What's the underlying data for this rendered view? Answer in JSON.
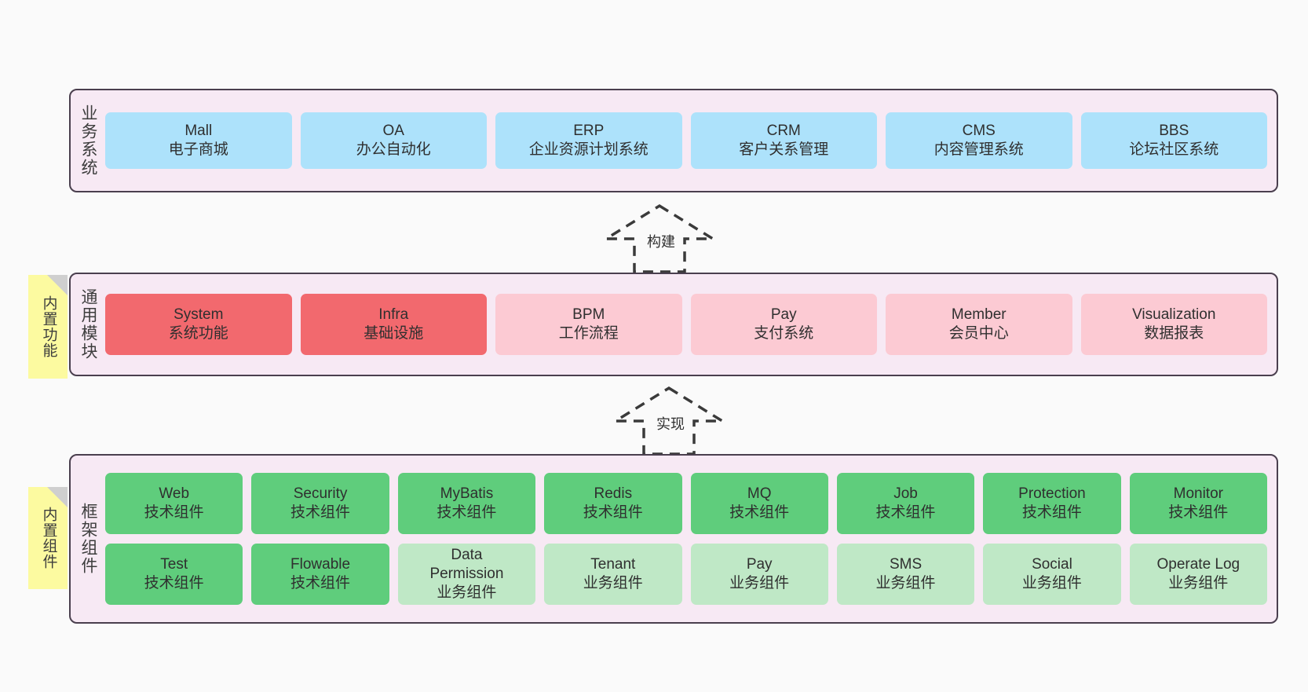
{
  "diagram": {
    "background_color": "#fafafa",
    "layer_fill": "#f7e9f4",
    "layer_border": "#4a3f4e",
    "note_color": "#fcfaa0"
  },
  "layers": [
    {
      "id": "business-system",
      "title": "业务系统",
      "cards": [
        {
          "title": "Mall",
          "sub": "电子商城",
          "color": "#ade2fb"
        },
        {
          "title": "OA",
          "sub": "办公自动化",
          "color": "#ade2fb"
        },
        {
          "title": "ERP",
          "sub": "企业资源计划系统",
          "color": "#ade2fb"
        },
        {
          "title": "CRM",
          "sub": "客户关系管理",
          "color": "#ade2fb"
        },
        {
          "title": "CMS",
          "sub": "内容管理系统",
          "color": "#ade2fb"
        },
        {
          "title": "BBS",
          "sub": "论坛社区系统",
          "color": "#ade2fb"
        }
      ]
    },
    {
      "id": "common-module",
      "title": "通用模块",
      "note": "内置功能",
      "cards": [
        {
          "title": "System",
          "sub": "系统功能",
          "color": "#f2696e"
        },
        {
          "title": "Infra",
          "sub": "基础设施",
          "color": "#f2696e"
        },
        {
          "title": "BPM",
          "sub": "工作流程",
          "color": "#fccad3"
        },
        {
          "title": "Pay",
          "sub": "支付系统",
          "color": "#fccad3"
        },
        {
          "title": "Member",
          "sub": "会员中心",
          "color": "#fccad3"
        },
        {
          "title": "Visualization",
          "sub": "数据报表",
          "color": "#fccad3"
        }
      ]
    },
    {
      "id": "framework-component",
      "title": "框架组件",
      "note": "内置组件",
      "rows": [
        [
          {
            "title": "Web",
            "sub": "技术组件",
            "color": "#5fcd7c"
          },
          {
            "title": "Security",
            "sub": "技术组件",
            "color": "#5fcd7c"
          },
          {
            "title": "MyBatis",
            "sub": "技术组件",
            "color": "#5fcd7c"
          },
          {
            "title": "Redis",
            "sub": "技术组件",
            "color": "#5fcd7c"
          },
          {
            "title": "MQ",
            "sub": "技术组件",
            "color": "#5fcd7c"
          },
          {
            "title": "Job",
            "sub": "技术组件",
            "color": "#5fcd7c"
          },
          {
            "title": "Protection",
            "sub": "技术组件",
            "color": "#5fcd7c"
          },
          {
            "title": "Monitor",
            "sub": "技术组件",
            "color": "#5fcd7c"
          }
        ],
        [
          {
            "title": "Test",
            "sub": "技术组件",
            "color": "#5fcd7c"
          },
          {
            "title": "Flowable",
            "sub": "技术组件",
            "color": "#5fcd7c"
          },
          {
            "title": "Data Permission",
            "sub": "业务组件",
            "color": "#bfe8c6"
          },
          {
            "title": "Tenant",
            "sub": "业务组件",
            "color": "#bfe8c6"
          },
          {
            "title": "Pay",
            "sub": "业务组件",
            "color": "#bfe8c6"
          },
          {
            "title": "SMS",
            "sub": "业务组件",
            "color": "#bfe8c6"
          },
          {
            "title": "Social",
            "sub": "业务组件",
            "color": "#bfe8c6"
          },
          {
            "title": "Operate Log",
            "sub": "业务组件",
            "color": "#bfe8c6"
          }
        ]
      ]
    }
  ],
  "connectors": [
    {
      "id": "build",
      "label": "构建",
      "style": "dashed-hollow-triangle",
      "direction": "up"
    },
    {
      "id": "implement",
      "label": "实现",
      "style": "dashed-hollow-triangle",
      "direction": "up"
    }
  ]
}
